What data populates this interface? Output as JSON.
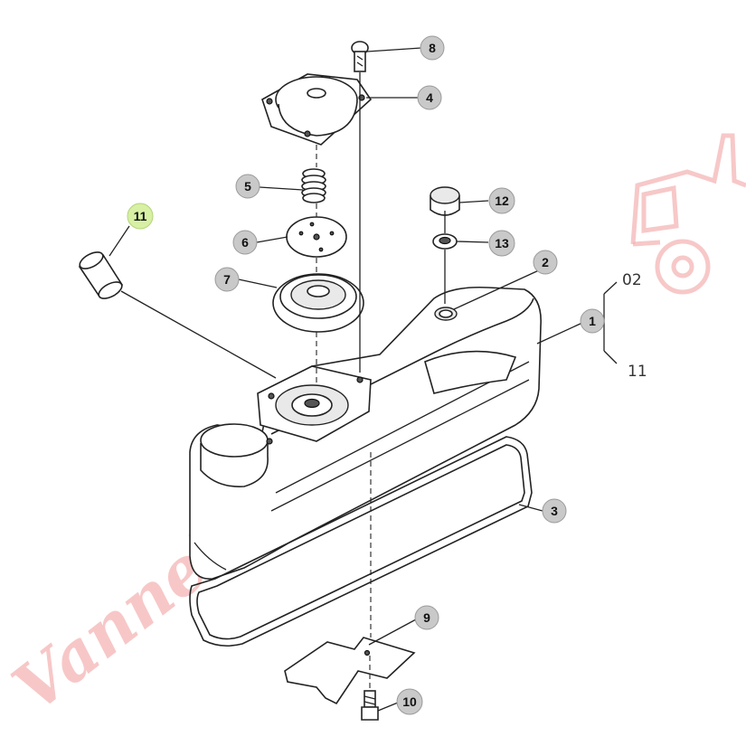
{
  "callouts": [
    {
      "id": "c1",
      "label": "1"
    },
    {
      "id": "c2",
      "label": "2"
    },
    {
      "id": "c3",
      "label": "3"
    },
    {
      "id": "c4",
      "label": "4"
    },
    {
      "id": "c5",
      "label": "5"
    },
    {
      "id": "c6",
      "label": "6"
    },
    {
      "id": "c7",
      "label": "7"
    },
    {
      "id": "c8",
      "label": "8"
    },
    {
      "id": "c9",
      "label": "9"
    },
    {
      "id": "c10",
      "label": "10"
    },
    {
      "id": "c11",
      "label": "11",
      "highlighted": true
    },
    {
      "id": "c12",
      "label": "12"
    },
    {
      "id": "c13",
      "label": "13"
    }
  ],
  "bracket_labels": {
    "top": "02",
    "bottom": "11"
  },
  "watermark": {
    "text": "VanneEquipment"
  },
  "colors": {
    "callout_fill": "#c9c9c9",
    "callout_highlight": "#d7f0a4",
    "watermark": "#f5b5b5"
  }
}
